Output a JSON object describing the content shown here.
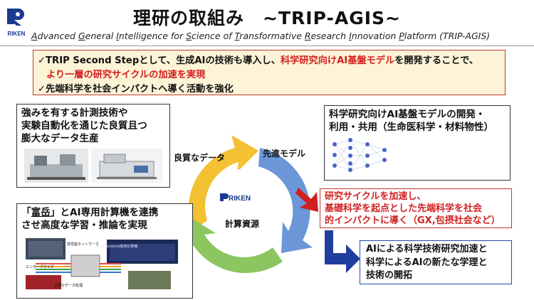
{
  "header": {
    "title": "理研の取組み　~TRIP-AGIS~",
    "subtitle_parts": [
      "A",
      "dvanced ",
      "G",
      "eneral ",
      "I",
      "ntelligence for ",
      "S",
      "cience of ",
      "T",
      "ransformative ",
      "R",
      "esearch ",
      "I",
      "nnovation ",
      "P",
      "latform (TRIP-AGIS)"
    ],
    "logo_text": "RIKEN"
  },
  "goals": {
    "line1_black": "✓TRIP Second Stepとして、生成AIの技術も導入し、",
    "line1_red": "科学研究向けAI基盤モデル",
    "line1_black2": "を開発することで、",
    "line2_red": "より一層の研究サイクルの加速を実現",
    "line3": "✓先端科学を社会インパクトへ導く活動を強化"
  },
  "box_data": {
    "lines": [
      "強みを有する計測技術や",
      "実験自動化を通じた良質且つ",
      "膨大なデータ生産"
    ]
  },
  "box_model": {
    "lines": [
      "科学研究向けAI基盤モデルの開発・",
      "利用・共用（生命医科学・材料物性）"
    ]
  },
  "box_compute": {
    "line1_bracket_open": "「",
    "line1_fugaku": "富岳",
    "line1_rest": "」とAI専用計算機を連携",
    "line2": "させ高度な学習・推論を実現",
    "ai_machine_label": "AI for Science専用計算機",
    "small_labels": [
      "エンターブライズ",
      "高性能ネットワーク",
      "主要なデータ処理"
    ]
  },
  "cycle": {
    "center_logo": "RIKEN",
    "labels": [
      "良質なデータ",
      "先進モデル",
      "計算資源"
    ],
    "colors": {
      "yellow": "#f3c131",
      "blue": "#6b96d8",
      "green": "#8cc661"
    }
  },
  "outcome_red": {
    "lines": [
      "研究サイクルを加速し、",
      "基礎科学を起点とした先端科学を社会",
      "的インパクトに導く（GX,包摂社会など）"
    ]
  },
  "outcome_blue": {
    "lines": [
      "AIによる科学技術研究加速と",
      "科学によるAIの新たな学理と",
      "技術の開拓"
    ]
  },
  "colors": {
    "accent_red": "#d21f1f",
    "arrow_blue": "#1f3f9f",
    "goal_bg": "#fdf3d6"
  }
}
